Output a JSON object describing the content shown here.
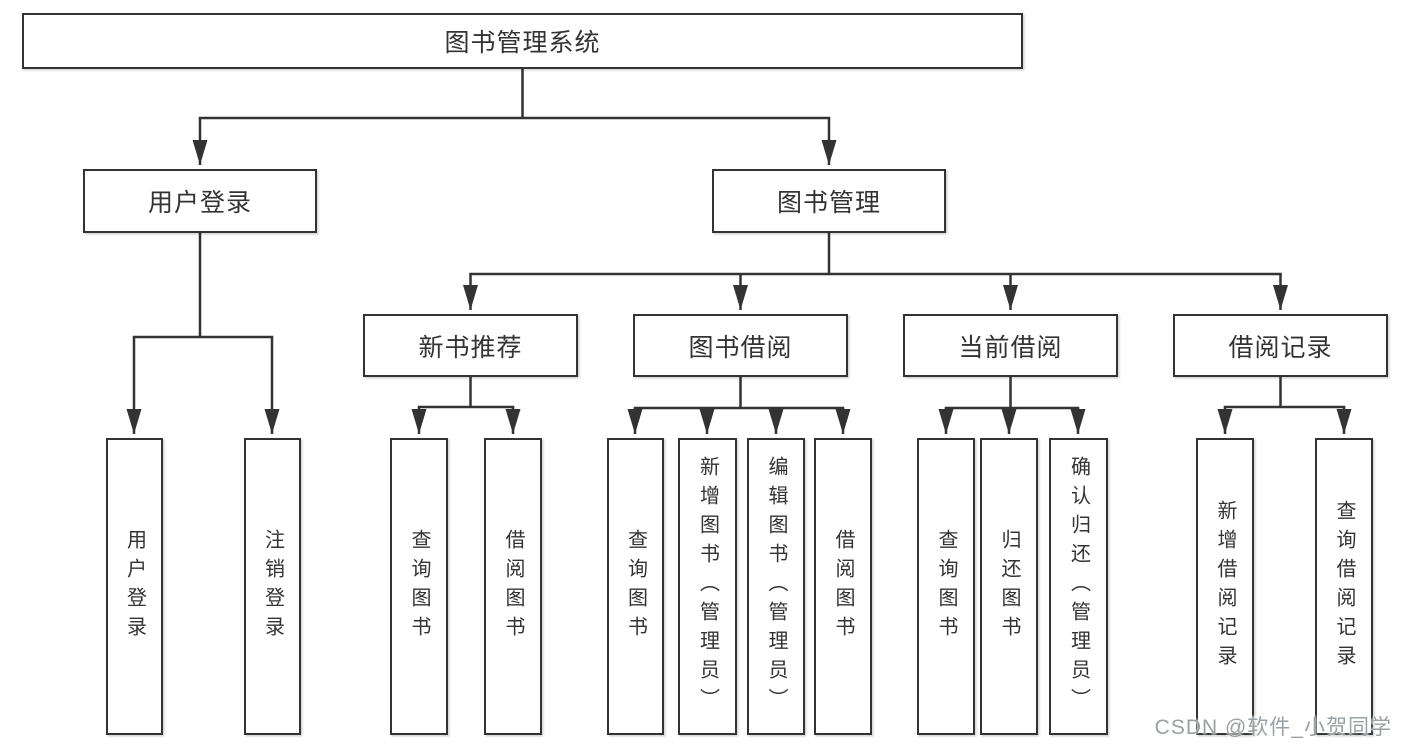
{
  "title": "图书管理系统",
  "watermark": "CSDN @软件_小贺同学",
  "colors": {
    "line": "#333333",
    "box_border": "#333333",
    "box_background": "#ffffff",
    "text": "#333333",
    "watermark": "#9aa0a4",
    "background": "#ffffff"
  },
  "tree": {
    "root": {
      "label": "图书管理系统"
    },
    "branches": [
      {
        "label": "用户登录",
        "children": [
          {
            "label": "用户登录"
          },
          {
            "label": "注销登录"
          }
        ]
      },
      {
        "label": "图书管理",
        "children": [
          {
            "label": "新书推荐",
            "children": [
              {
                "label": "查询图书"
              },
              {
                "label": "借阅图书"
              }
            ]
          },
          {
            "label": "图书借阅",
            "children": [
              {
                "label": "查询图书"
              },
              {
                "label": "新增图书（管理员）"
              },
              {
                "label": "编辑图书（管理员）"
              },
              {
                "label": "借阅图书"
              }
            ]
          },
          {
            "label": "当前借阅",
            "children": [
              {
                "label": "查询图书"
              },
              {
                "label": "归还图书"
              },
              {
                "label": "确认归还（管理员）"
              }
            ]
          },
          {
            "label": "借阅记录",
            "children": [
              {
                "label": "新增借阅记录"
              },
              {
                "label": "查询借阅记录"
              }
            ]
          }
        ]
      }
    ]
  }
}
